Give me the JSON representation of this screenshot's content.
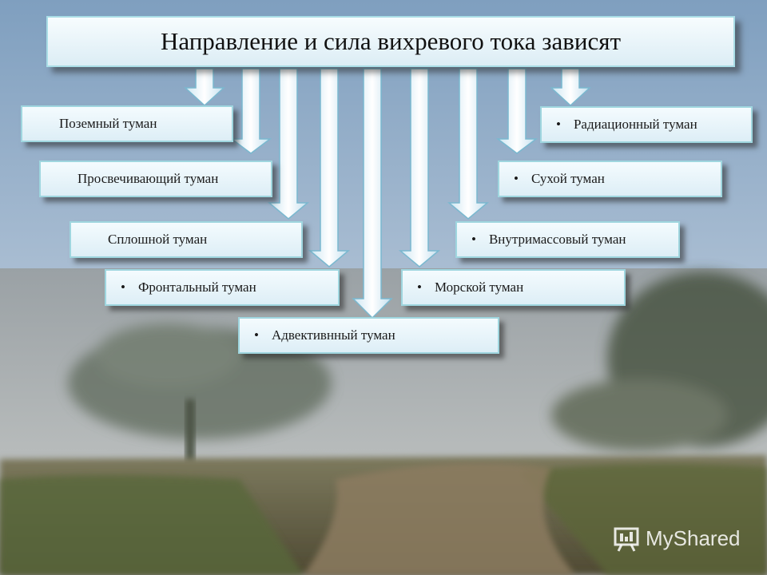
{
  "title": "Направление и сила вихревого тока зависят",
  "left_items": [
    "Поземный туман",
    "Просвечивающий туман",
    "Сплошной туман",
    "Фронтальный туман"
  ],
  "center_item": "Адвективнный туман",
  "right_items": [
    "Радиационный туман",
    "Сухой туман",
    "Внутримассовый туман",
    "Морской туман"
  ],
  "watermark": "MyShared"
}
